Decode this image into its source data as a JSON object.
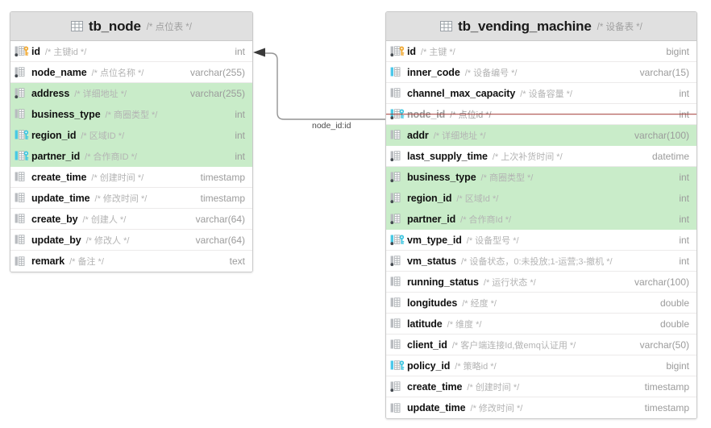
{
  "diagram": {
    "type": "database-er-diagram",
    "background": "#ffffff",
    "highlight_color": "#c9ecc9",
    "header_color": "#e0e0e0",
    "strike_color": "#a23a35",
    "pk_key_color": "#f0a830",
    "fk_key_color": "#3ec6e0"
  },
  "tables": [
    {
      "name": "tb_node",
      "comment": "/* 点位表 */",
      "columns": [
        {
          "name": "id",
          "comment": "/* 主键id */",
          "type": "int",
          "key": "pk",
          "nullable": false,
          "highlight": false,
          "struck": false
        },
        {
          "name": "node_name",
          "comment": "/* 点位名称 */",
          "type": "varchar(255)",
          "key": "none",
          "nullable": false,
          "highlight": false,
          "struck": false
        },
        {
          "name": "address",
          "comment": "/* 详细地址 */",
          "type": "varchar(255)",
          "key": "none",
          "nullable": false,
          "highlight": true,
          "struck": false
        },
        {
          "name": "business_type",
          "comment": "/* 商圈类型 */",
          "type": "int",
          "key": "none",
          "nullable": true,
          "highlight": true,
          "struck": false
        },
        {
          "name": "region_id",
          "comment": "/* 区域ID */",
          "type": "int",
          "key": "fk",
          "nullable": true,
          "highlight": true,
          "struck": false
        },
        {
          "name": "partner_id",
          "comment": "/* 合作商ID */",
          "type": "int",
          "key": "fk",
          "nullable": true,
          "highlight": true,
          "struck": false
        },
        {
          "name": "create_time",
          "comment": "/* 创建时间 */",
          "type": "timestamp",
          "key": "none",
          "nullable": true,
          "highlight": false,
          "struck": false
        },
        {
          "name": "update_time",
          "comment": "/* 修改时间 */",
          "type": "timestamp",
          "key": "none",
          "nullable": true,
          "highlight": false,
          "struck": false
        },
        {
          "name": "create_by",
          "comment": "/* 创建人 */",
          "type": "varchar(64)",
          "key": "none",
          "nullable": true,
          "highlight": false,
          "struck": false
        },
        {
          "name": "update_by",
          "comment": "/* 修改人 */",
          "type": "varchar(64)",
          "key": "none",
          "nullable": true,
          "highlight": false,
          "struck": false
        },
        {
          "name": "remark",
          "comment": "/* 备注 */",
          "type": "text",
          "key": "none",
          "nullable": true,
          "highlight": false,
          "struck": false
        }
      ]
    },
    {
      "name": "tb_vending_machine",
      "comment": "/* 设备表 */",
      "columns": [
        {
          "name": "id",
          "comment": "/* 主键 */",
          "type": "bigint",
          "key": "pk",
          "nullable": false,
          "highlight": false,
          "struck": false
        },
        {
          "name": "inner_code",
          "comment": "/* 设备编号 */",
          "type": "varchar(15)",
          "key": "none",
          "nullable": true,
          "highlight": false,
          "struck": false,
          "accent": "cyan"
        },
        {
          "name": "channel_max_capacity",
          "comment": "/* 设备容量 */",
          "type": "int",
          "key": "none",
          "nullable": true,
          "highlight": false,
          "struck": false
        },
        {
          "name": "node_id",
          "comment": "/* 点位id */",
          "type": "int",
          "key": "fk",
          "nullable": false,
          "highlight": false,
          "struck": true
        },
        {
          "name": "addr",
          "comment": "/* 详细地址 */",
          "type": "varchar(100)",
          "key": "none",
          "nullable": true,
          "highlight": true,
          "struck": false
        },
        {
          "name": "last_supply_time",
          "comment": "/* 上次补货时间 */",
          "type": "datetime",
          "key": "none",
          "nullable": false,
          "highlight": false,
          "struck": false
        },
        {
          "name": "business_type",
          "comment": "/* 商圈类型 */",
          "type": "int",
          "key": "none",
          "nullable": false,
          "highlight": true,
          "struck": false
        },
        {
          "name": "region_id",
          "comment": "/* 区域Id */",
          "type": "int",
          "key": "none",
          "nullable": false,
          "highlight": true,
          "struck": false
        },
        {
          "name": "partner_id",
          "comment": "/* 合作商Id */",
          "type": "int",
          "key": "none",
          "nullable": false,
          "highlight": true,
          "struck": false
        },
        {
          "name": "vm_type_id",
          "comment": "/* 设备型号 */",
          "type": "int",
          "key": "fk",
          "nullable": false,
          "highlight": false,
          "struck": false
        },
        {
          "name": "vm_status",
          "comment": "/* 设备状态，0:未投放;1-运营;3-撤机 */",
          "type": "int",
          "key": "none",
          "nullable": false,
          "highlight": false,
          "struck": false
        },
        {
          "name": "running_status",
          "comment": "/* 运行状态 */",
          "type": "varchar(100)",
          "key": "none",
          "nullable": true,
          "highlight": false,
          "struck": false
        },
        {
          "name": "longitudes",
          "comment": "/* 经度 */",
          "type": "double",
          "key": "none",
          "nullable": true,
          "highlight": false,
          "struck": false
        },
        {
          "name": "latitude",
          "comment": "/* 维度 */",
          "type": "double",
          "key": "none",
          "nullable": true,
          "highlight": false,
          "struck": false
        },
        {
          "name": "client_id",
          "comment": "/* 客户端连接Id,做emq认证用 */",
          "type": "varchar(50)",
          "key": "none",
          "nullable": true,
          "highlight": false,
          "struck": false
        },
        {
          "name": "policy_id",
          "comment": "/* 策略id */",
          "type": "bigint",
          "key": "fk",
          "nullable": true,
          "highlight": false,
          "struck": false,
          "accent": "cyan"
        },
        {
          "name": "create_time",
          "comment": "/* 创建时间 */",
          "type": "timestamp",
          "key": "none",
          "nullable": false,
          "highlight": false,
          "struck": false
        },
        {
          "name": "update_time",
          "comment": "/* 修改时间 */",
          "type": "timestamp",
          "key": "none",
          "nullable": true,
          "highlight": false,
          "struck": false
        }
      ]
    }
  ],
  "relationships": [
    {
      "label": "node_id:id",
      "from_table": "tb_vending_machine",
      "from_column": "node_id",
      "to_table": "tb_node",
      "to_column": "id"
    }
  ]
}
